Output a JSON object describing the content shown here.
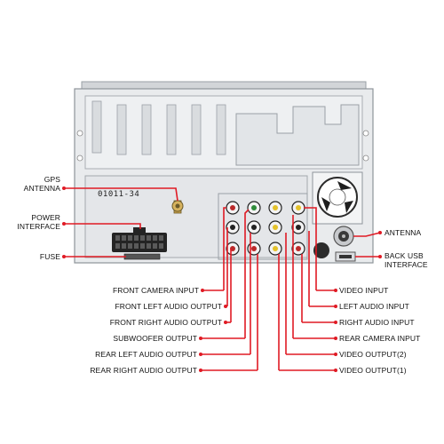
{
  "colors": {
    "leader": "#e01a24",
    "body": "#e6e8ea",
    "metal": "#c9ccd0",
    "dark": "#2a2a2a"
  },
  "unit": {
    "serial": "01011-34"
  },
  "labels": {
    "gps": "GPS\nANTENNA",
    "power": "POWER\nINTERFACE",
    "fuse": "FUSE",
    "antenna": "ANTENNA",
    "back_usb": "BACK USB\nINTERFACE",
    "front_camera_input": "FRONT CAMERA INPUT",
    "front_left_audio_output": "FRONT LEFT AUDIO OUTPUT",
    "front_right_audio_output": "FRONT RIGHT AUDIO OUTPUT",
    "subwoofer_output": "SUBWOOFER OUTPUT",
    "rear_left_audio_output": "REAR LEFT AUDIO OUTPUT",
    "rear_right_audio_output": "REAR RIGHT AUDIO OUTPUT",
    "video_input": "VIDEO INPUT",
    "left_audio_input": "LEFT AUDIO INPUT",
    "right_audio_input": "RIGHT AUDIO INPUT",
    "rear_camera_input": "REAR CAMERA INPUT",
    "video_output_2": "VIDEO OUTPUT(2)",
    "video_output_1": "VIDEO OUTPUT(1)"
  }
}
